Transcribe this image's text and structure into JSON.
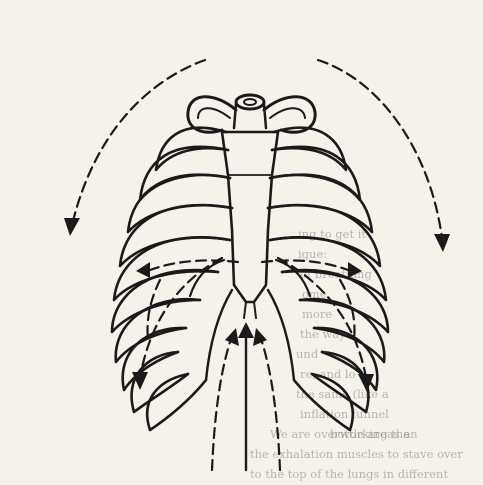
{
  "figure": {
    "background_color": "#f5f2ec",
    "ink_color": "#1a1a1a"
  },
  "bleed_through_text": [
    "ing         to get it",
    "               igue:",
    "               of breathing",
    "                  ome",
    "                           more",
    "                   the way",
    "     und",
    "         re, and lo",
    "   the same (like a",
    "    inflation funnel",
    "  We are overworking the",
    "    bottle areas an",
    "  the exhalation muscles to stave over",
    "  to the top of the lungs in different"
  ]
}
